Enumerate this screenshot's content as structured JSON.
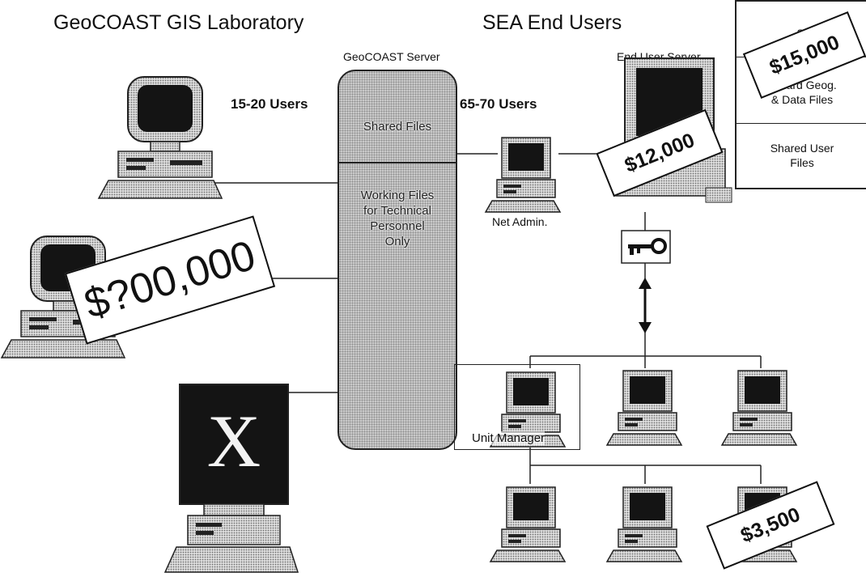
{
  "titles": {
    "lab": "GeoCOAST GIS Laboratory",
    "end_users": "SEA End Users"
  },
  "labels": {
    "geocoast_server": "GeoCOAST Server",
    "end_user_server": "End User Server",
    "lab_users": "15-20 Users",
    "end_users_count": "65-70 Users",
    "net_admin": "Net Admin.",
    "unit_manager": "Unit Manager"
  },
  "server_sections": {
    "shared": "Shared Files",
    "working_lines": [
      "Working Files",
      "for Technical",
      "Personnel",
      "Only"
    ]
  },
  "file_box": {
    "top": "St",
    "geog_lines": [
      "andard Geog.",
      "& Data Files"
    ],
    "shared_lines": [
      "Shared User",
      "Files"
    ]
  },
  "prices": {
    "lab": "$?00,000",
    "end_user_server": "$12,000",
    "file_box": "$15,000",
    "workstation": "$3,500"
  },
  "x_terminal_glyph": "X",
  "colors": {
    "screen": "#141414",
    "halftone": "#9a9a9a",
    "line": "#222222"
  }
}
